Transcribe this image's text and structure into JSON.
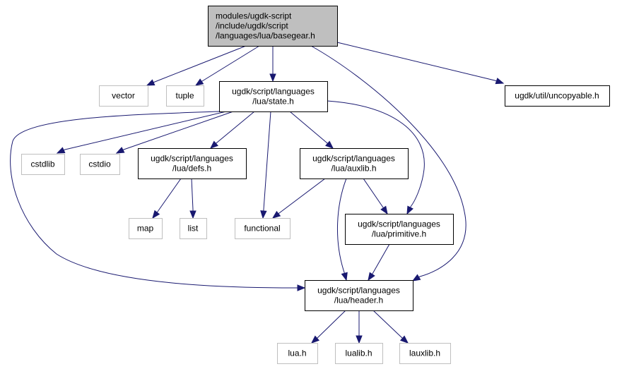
{
  "colors": {
    "edge": "#191970",
    "main_fill": "#bfbfbf",
    "node_border": "#000000",
    "external_border": "#bfbfbf",
    "background": "#ffffff"
  },
  "nodes": [
    {
      "id": "basegear",
      "kind": "main",
      "lines": [
        "modules/ugdk-script",
        "/include/ugdk/script",
        "/languages/lua/basegear.h"
      ]
    },
    {
      "id": "vector",
      "kind": "external",
      "lines": [
        "vector"
      ]
    },
    {
      "id": "tuple",
      "kind": "external",
      "lines": [
        "tuple"
      ]
    },
    {
      "id": "state",
      "kind": "documented",
      "lines": [
        "ugdk/script/languages",
        "/lua/state.h"
      ]
    },
    {
      "id": "uncopyable",
      "kind": "documented",
      "lines": [
        "ugdk/util/uncopyable.h"
      ]
    },
    {
      "id": "cstdlib",
      "kind": "external",
      "lines": [
        "cstdlib"
      ]
    },
    {
      "id": "cstdio",
      "kind": "external",
      "lines": [
        "cstdio"
      ]
    },
    {
      "id": "defs",
      "kind": "documented",
      "lines": [
        "ugdk/script/languages",
        "/lua/defs.h"
      ]
    },
    {
      "id": "auxlib",
      "kind": "documented",
      "lines": [
        "ugdk/script/languages",
        "/lua/auxlib.h"
      ]
    },
    {
      "id": "map",
      "kind": "external",
      "lines": [
        "map"
      ]
    },
    {
      "id": "list",
      "kind": "external",
      "lines": [
        "list"
      ]
    },
    {
      "id": "functional",
      "kind": "external",
      "lines": [
        "functional"
      ]
    },
    {
      "id": "primitive",
      "kind": "documented",
      "lines": [
        "ugdk/script/languages",
        "/lua/primitive.h"
      ]
    },
    {
      "id": "header",
      "kind": "documented",
      "lines": [
        "ugdk/script/languages",
        "/lua/header.h"
      ]
    },
    {
      "id": "lua",
      "kind": "external",
      "lines": [
        "lua.h"
      ]
    },
    {
      "id": "lualib",
      "kind": "external",
      "lines": [
        "lualib.h"
      ]
    },
    {
      "id": "lauxlib",
      "kind": "external",
      "lines": [
        "lauxlib.h"
      ]
    }
  ],
  "edges": [
    {
      "from": "basegear",
      "to": "vector"
    },
    {
      "from": "basegear",
      "to": "tuple"
    },
    {
      "from": "basegear",
      "to": "state"
    },
    {
      "from": "basegear",
      "to": "uncopyable"
    },
    {
      "from": "basegear",
      "to": "header"
    },
    {
      "from": "state",
      "to": "cstdlib"
    },
    {
      "from": "state",
      "to": "cstdio"
    },
    {
      "from": "state",
      "to": "defs"
    },
    {
      "from": "state",
      "to": "functional"
    },
    {
      "from": "state",
      "to": "auxlib"
    },
    {
      "from": "state",
      "to": "primitive"
    },
    {
      "from": "state",
      "to": "header"
    },
    {
      "from": "defs",
      "to": "map"
    },
    {
      "from": "defs",
      "to": "list"
    },
    {
      "from": "auxlib",
      "to": "functional"
    },
    {
      "from": "auxlib",
      "to": "primitive"
    },
    {
      "from": "auxlib",
      "to": "header"
    },
    {
      "from": "primitive",
      "to": "header"
    },
    {
      "from": "header",
      "to": "lua"
    },
    {
      "from": "header",
      "to": "lualib"
    },
    {
      "from": "header",
      "to": "lauxlib"
    }
  ]
}
